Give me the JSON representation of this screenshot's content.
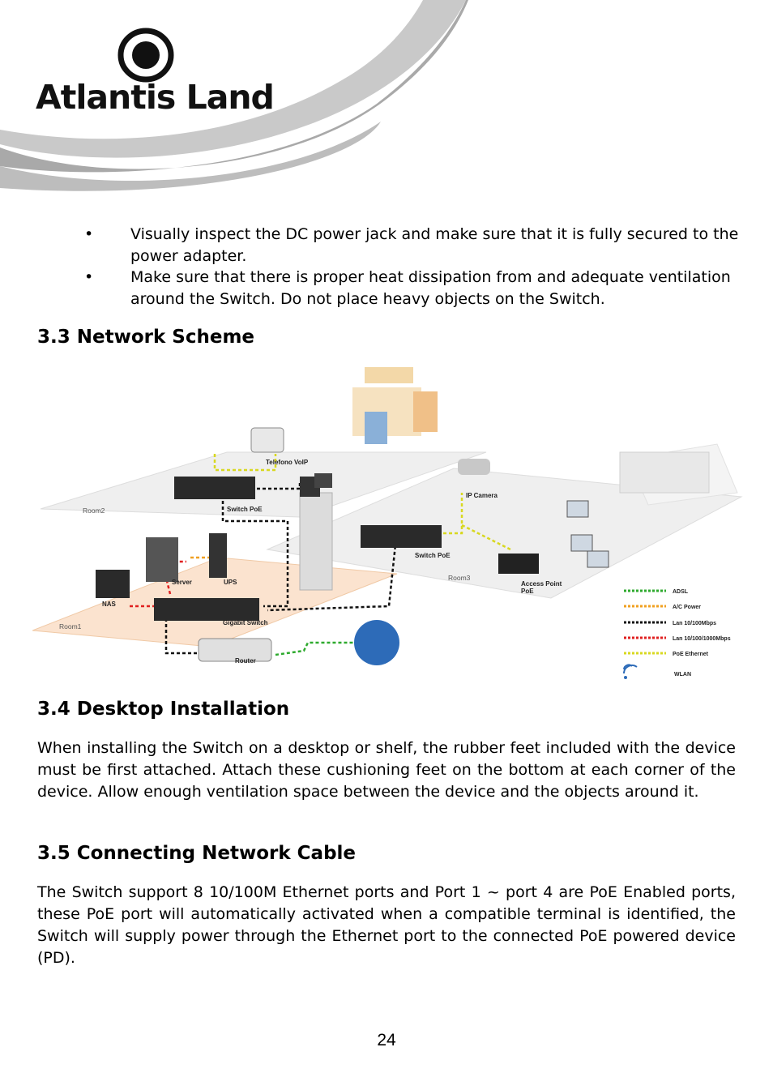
{
  "header": {
    "brand": "Atlantis Land"
  },
  "bullets": [
    "Visually inspect the DC power jack and make sure that it is fully secured to the power adapter.",
    "Make sure that there is proper heat dissipation from and adequate ventilation around the Switch.  Do not place heavy objects on the Switch."
  ],
  "sections": {
    "network_scheme": {
      "title": "3.3 Network Scheme"
    },
    "desktop": {
      "title": "3.4 Desktop Installation",
      "body": "When installing the Switch on a desktop or shelf, the rubber feet included with the device must be first attached. Attach these cushioning feet on the bottom at each corner of the device. Allow enough ventilation space between the device and the objects around it."
    },
    "cable": {
      "title": "3.5 Connecting Network Cable",
      "body": "The Switch support 8 10/100M Ethernet ports and Port 1 ~ port 4 are PoE Enabled ports, these PoE port will automatically activated when a compatible terminal is identified, the Switch will supply power through the Ethernet port to the connected PoE powered device (PD)."
    }
  },
  "diagram": {
    "rooms": {
      "room1": "Room1",
      "room2": "Room2",
      "room3": "Room3"
    },
    "devices": {
      "voip": "Telefono VoIP",
      "switch_poe_1": "Switch PoE",
      "switch_poe_2": "Switch PoE",
      "ip_camera": "IP Camera",
      "server": "Server",
      "ups": "UPS",
      "nas": "NAS",
      "gigabit": "Gigabit Switch",
      "router": "Router",
      "access_point": "Access Point",
      "access_point_2": "PoE"
    },
    "legend": [
      {
        "label": "ADSL",
        "color": "#2eaa2e"
      },
      {
        "label": "A/C Power",
        "color": "#f0a020"
      },
      {
        "label": "Lan 10/100Mbps",
        "color": "#111111"
      },
      {
        "label": "Lan 10/100/1000Mbps",
        "color": "#e02020"
      },
      {
        "label": "PoE Ethernet",
        "color": "#d8d820"
      }
    ],
    "legend_wlan": "WLAN"
  },
  "footer": {
    "page_number": "24"
  }
}
